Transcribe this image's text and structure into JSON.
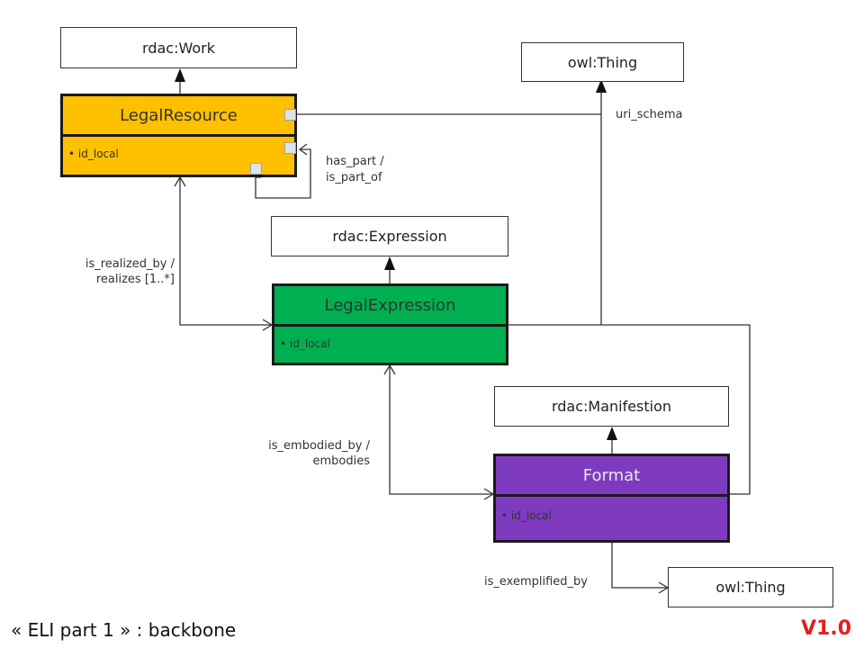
{
  "boxes": {
    "rdac_work": "rdac:Work",
    "owl_thing_top": "owl:Thing",
    "rdac_expression": "rdac:Expression",
    "rdac_manifestion": "rdac:Manifestion",
    "owl_thing_bottom": "owl:Thing"
  },
  "classes": {
    "legal_resource": {
      "name": "LegalResource",
      "attribute": "id_local",
      "color": "#ffc000"
    },
    "legal_expression": {
      "name": "LegalExpression",
      "attribute": "id_local",
      "color": "#00b050"
    },
    "format": {
      "name": "Format",
      "attribute": "id_local",
      "color": "#7e3bbf"
    }
  },
  "relations": {
    "uri_schema": "uri_schema",
    "has_part_1": "has_part /",
    "has_part_2": "is_part_of",
    "is_realized_by_1": "is_realized_by /",
    "is_realized_by_2": "realizes [1..*]",
    "is_embodied_by_1": "is_embodied_by /",
    "is_embodied_by_2": "embodies",
    "is_exemplified_by": "is_exemplified_by"
  },
  "footer": {
    "title": "« ELI part 1 » : backbone",
    "version": "V1.0",
    "version_color": "#e0211c"
  }
}
